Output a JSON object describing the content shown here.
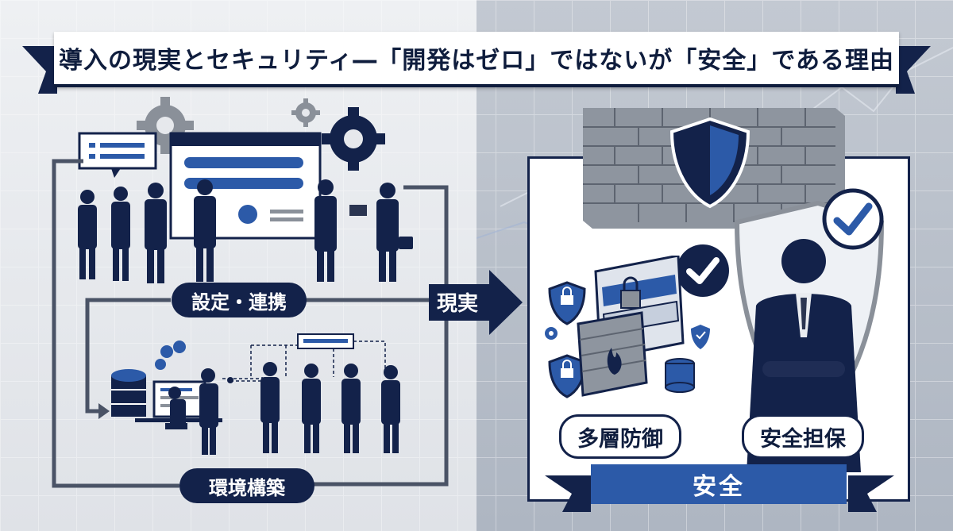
{
  "title": "導入の現実とセキュリティ―「開発はゼロ」ではないが「安全」である理由",
  "left": {
    "label_setup": "設定・連携",
    "label_env": "環境構築"
  },
  "center": {
    "arrow_label": "現実"
  },
  "right": {
    "label_defense": "多層防御",
    "label_assurance": "安全担保",
    "banner": "安全"
  },
  "colors": {
    "navy": "#13224a",
    "accent_blue": "#2c5aa8",
    "gray": "#8a9099"
  }
}
